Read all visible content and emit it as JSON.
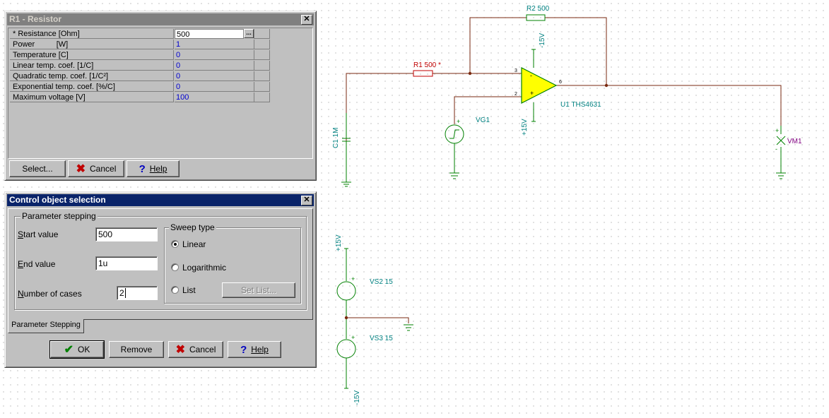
{
  "resistor_dialog": {
    "title": "R1 - Resistor",
    "properties": [
      {
        "name": "* Resistance [Ohm]",
        "value": "500"
      },
      {
        "name": "Power          [W]",
        "value": "1"
      },
      {
        "name": "Temperature [C]",
        "value": "0"
      },
      {
        "name": "Linear temp. coef. [1/C]",
        "value": "0"
      },
      {
        "name": "Quadratic temp. coef. [1/C²]",
        "value": "0"
      },
      {
        "name": "Exponential temp. coef. [%/C]",
        "value": "0"
      },
      {
        "name": "Maximum voltage [V]",
        "value": "100"
      }
    ],
    "ellipsis_label": "...",
    "select_label": "Select...",
    "cancel_label": "Cancel",
    "help_label": "Help"
  },
  "control_dialog": {
    "title": "Control object selection",
    "group_label": "Parameter stepping",
    "start_label": "Start value",
    "start_value": "500",
    "end_label": "End value",
    "end_value": "1u",
    "cases_label": "Number of cases",
    "cases_value": "2",
    "sweep_label": "Sweep type",
    "sweep_options": {
      "linear": "Linear",
      "log": "Logarithmic",
      "list": "List"
    },
    "sweep_selected": "Linear",
    "set_list_label": "Set List...",
    "tab_label": "Parameter Stepping",
    "ok_label": "OK",
    "remove_label": "Remove",
    "cancel_label": "Cancel",
    "help_label": "Help"
  },
  "schematic": {
    "r2_label": "R2 500",
    "r1_label": "R1 500 *",
    "c1_label": "C1 1M",
    "vg1_label": "VG1",
    "opamp_label": "U1 THS4631",
    "vm1_label": "VM1",
    "vs2_label": "VS2 15",
    "vs3_label": "VS3 15",
    "rail_neg_top": "-15V",
    "rail_pos_bottom": "+15V",
    "rail_pos_supply": "+15V",
    "rail_neg_supply": "-15V",
    "pin3": "3",
    "pin2": "2",
    "pin6": "6",
    "plus": "+",
    "minus": "-",
    "colors": {
      "wire": "#7a2a10",
      "component": "#008000",
      "label": "#008080",
      "opamp_fill": "#ffff00"
    }
  }
}
